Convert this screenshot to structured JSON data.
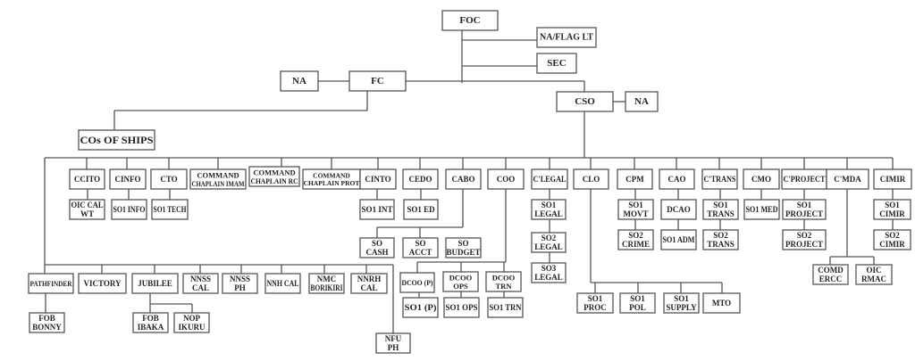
{
  "diagram": {
    "type": "org-chart",
    "nodes": {
      "foc": "FOC",
      "na_flag_lt": "NA/FLAG LT",
      "sec": "SEC",
      "fc": "FC",
      "na_fc": "NA",
      "cso": "CSO",
      "na_cso": "NA",
      "cos_of_ships": "COs OF  SHIPS",
      "ccito": "CCITO",
      "oic_cal_wt": [
        "OIC CAL",
        "WT"
      ],
      "cinfo": "CINFO",
      "so1_info": "SO1 INFO",
      "cto": "CTO",
      "so1_tech": "SO1 TECH",
      "cmd_chaplain_imam": [
        "COMMAND",
        "CHAPLAIN IMAM"
      ],
      "cmd_chaplain_rc": [
        "COMMAND",
        "CHAPLAIN RC"
      ],
      "cmd_chaplain_prot": [
        "COMMAND",
        "CHAPLAIN PROT"
      ],
      "cinto": "CINTO",
      "so1_int": "SO1 INT",
      "cedo": "CEDO",
      "so1_ed": "SO1 ED",
      "cabo": "CABO",
      "so_cash": [
        "SO",
        "CASH"
      ],
      "so_acct": [
        "SO",
        "ACCT"
      ],
      "so_budget": [
        "SO",
        "BUDGET"
      ],
      "coo": "COO",
      "dcoo_p": "DCOO (P)",
      "so1_p": "SO1 (P)",
      "dcoo_ops": [
        "DCOO",
        "OPS"
      ],
      "so1_ops": "SO1 OPS",
      "dcoo_trn": [
        "DCOO",
        "TRN"
      ],
      "so1_trn": "SO1 TRN",
      "c_legal": "C'LEGAL",
      "so1_legal": [
        "SO1",
        "LEGAL"
      ],
      "so2_legal": [
        "SO2",
        "LEGAL"
      ],
      "so3_legal": [
        "SO3",
        "LEGAL"
      ],
      "clo": "CLO",
      "so1_proc": [
        "SO1",
        "PROC"
      ],
      "so1_pol": [
        "SO1",
        "POL"
      ],
      "so1_supply": [
        "SO1",
        "SUPPLY"
      ],
      "mto": "MTO",
      "cpm": "CPM",
      "so1_movt": [
        "SO1",
        "MOVT"
      ],
      "so2_crime": [
        "SO2",
        "CRIME"
      ],
      "cao": "CAO",
      "dcao": "DCAO",
      "so1_adm": "SO1 ADM",
      "c_trans": "C'TRANS",
      "so1_trans": [
        "SO1",
        "TRANS"
      ],
      "so2_trans": [
        "SO2",
        "TRANS"
      ],
      "cmo": "CMO",
      "so1_med": "SO1 MED",
      "c_project": "C'PROJECT",
      "so1_project": [
        "SO1",
        "PROJECT"
      ],
      "so2_project": [
        "SO2",
        "PROJECT"
      ],
      "c_mda": "C'MDA",
      "comd_ercc": [
        "COMD",
        "ERCC"
      ],
      "oic_rmac": [
        "OIC",
        "RMAC"
      ],
      "cimir": "CIMIR",
      "so1_cimir": [
        "SO1",
        "CIMIR"
      ],
      "so2_cimir": [
        "SO2",
        "CIMIR"
      ],
      "pathfinder": "PATHFINDER",
      "fob_bonny": [
        "FOB",
        "BONNY"
      ],
      "victory": "VICTORY",
      "jubilee": "JUBILEE",
      "fob_ibaka": [
        "FOB",
        "IBAKA"
      ],
      "nop_ikuru": [
        "NOP",
        "IKURU"
      ],
      "nnss_cal": [
        "NNSS",
        "CAL"
      ],
      "nnss_ph": [
        "NNSS",
        "PH"
      ],
      "nnh_cal": "NNH CAL",
      "nmc_borikiri": [
        "NMC",
        "BORIKIRI"
      ],
      "nnrh_cal": [
        "NNRH",
        "CAL"
      ],
      "nfu_ph": [
        "NFU",
        "PH"
      ]
    }
  }
}
